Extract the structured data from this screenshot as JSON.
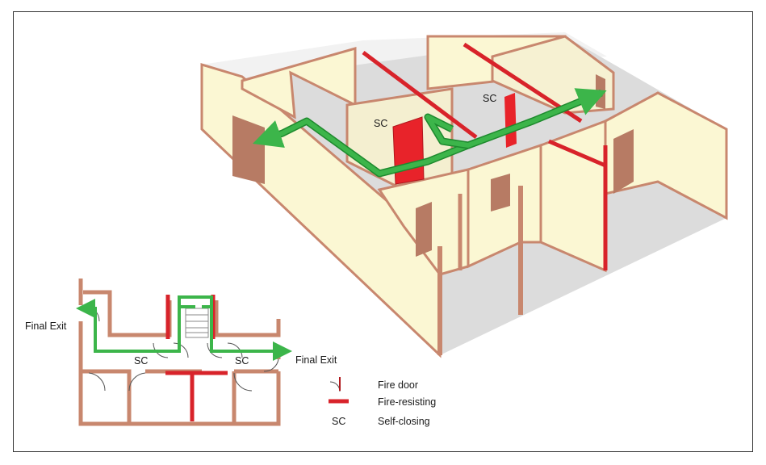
{
  "iso": {
    "sc_left": "SC",
    "sc_right": "SC"
  },
  "plan": {
    "final_exit_left": "Final Exit",
    "final_exit_right": "Final Exit",
    "sc_left": "SC",
    "sc_right": "SC"
  },
  "legend": {
    "fire_door": "Fire door",
    "fire_resisting": "Fire-resisting",
    "sc_symbol": "SC",
    "self_closing": "Self-closing"
  },
  "colors": {
    "wall": "#c8876e",
    "wall_fill": "#fbf7d3",
    "floor": "#dcdcdc",
    "fire_resisting": "#d8232a",
    "escape_route": "#3cb54a",
    "door": "#b77b64"
  }
}
